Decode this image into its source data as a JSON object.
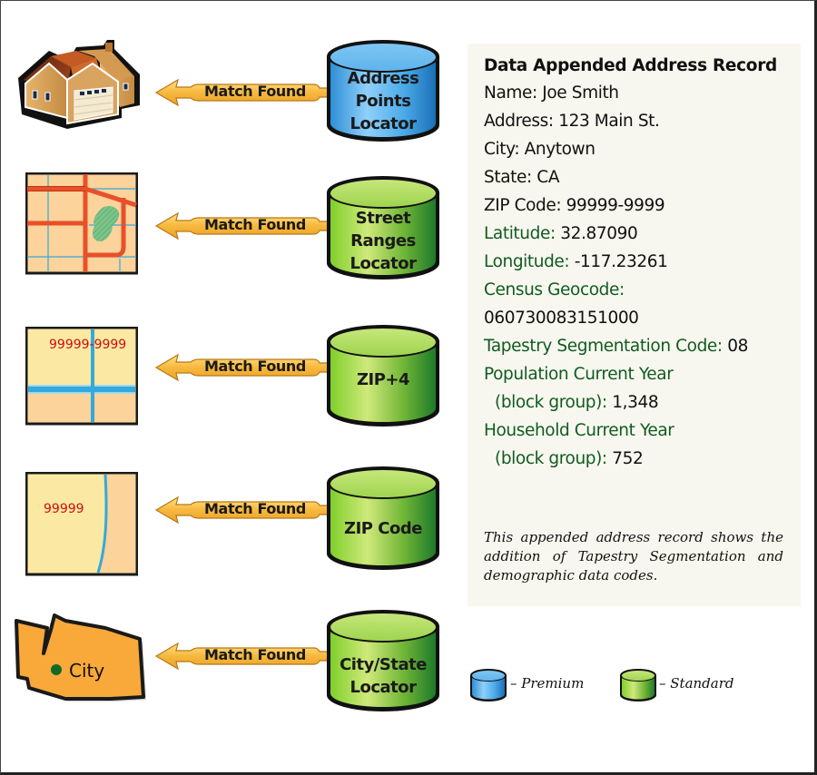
{
  "colors": {
    "premium": "#3a9de0",
    "standard": "#6cbc2a",
    "arrow_fill": "#f5b840",
    "record_green": "#0f5b21",
    "panel_bg": "#f8f7ef",
    "map_text_red": "#cc1010"
  },
  "rows": [
    {
      "icon": "house-icon",
      "arrow_label": "Match Found",
      "locator": {
        "lines": [
          "Address",
          "Points",
          "Locator"
        ],
        "tier": "premium"
      }
    },
    {
      "icon": "street-map-icon",
      "arrow_label": "Match Found",
      "locator": {
        "lines": [
          "Street",
          "Ranges",
          "Locator"
        ],
        "tier": "standard"
      }
    },
    {
      "icon": "zip4-map-icon",
      "map_label": "99999-9999",
      "arrow_label": "Match Found",
      "locator": {
        "lines": [
          "ZIP+4"
        ],
        "tier": "standard"
      }
    },
    {
      "icon": "zip-map-icon",
      "map_label": "99999",
      "arrow_label": "Match Found",
      "locator": {
        "lines": [
          "ZIP Code"
        ],
        "tier": "standard"
      }
    },
    {
      "icon": "state-map-icon",
      "map_label": "City",
      "arrow_label": "Match Found",
      "locator": {
        "lines": [
          "City/State",
          "Locator"
        ],
        "tier": "standard"
      }
    }
  ],
  "record": {
    "title": "Data Appended Address Record",
    "fields": [
      {
        "key": "Name:",
        "value": "Joe Smith",
        "style": "black"
      },
      {
        "key": "Address:",
        "value": "123 Main St.",
        "style": "black"
      },
      {
        "key": "City:",
        "value": "Anytown",
        "style": "black"
      },
      {
        "key": "State:",
        "value": "CA",
        "style": "black"
      },
      {
        "key": "ZIP Code:",
        "value": "99999-9999",
        "style": "black"
      },
      {
        "key": "Latitude:",
        "value": "32.87090",
        "style": "green"
      },
      {
        "key": "Longitude:",
        "value": "-117.23261",
        "style": "green"
      },
      {
        "key": "Census Geocode:",
        "value": "",
        "style": "green"
      },
      {
        "key": "",
        "value": "060730083151000",
        "style": "black"
      },
      {
        "key": "Tapestry Segmentation Code:",
        "value": "08",
        "style": "green"
      },
      {
        "key": "Population Current Year",
        "value": "",
        "style": "green"
      },
      {
        "key": "(block group):",
        "value": "1,348",
        "style": "green",
        "indent": true
      },
      {
        "key": "Household Current Year",
        "value": "",
        "style": "green"
      },
      {
        "key": "(block group):",
        "value": "752",
        "style": "green",
        "indent": true
      }
    ],
    "caption": "This appended address record shows the addition of Tapestry Segmentation and demographic data codes."
  },
  "legend": {
    "premium_label": "– Premium",
    "standard_label": "– Standard"
  }
}
